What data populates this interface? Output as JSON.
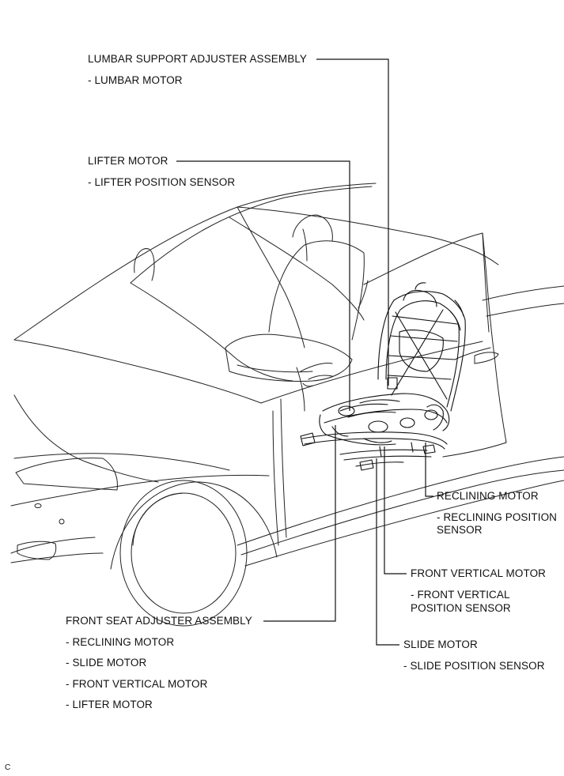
{
  "callouts": {
    "lumbar": {
      "title": "LUMBAR SUPPORT ADJUSTER ASSEMBLY",
      "items": [
        "- LUMBAR MOTOR"
      ]
    },
    "lifter": {
      "title": "LIFTER MOTOR",
      "items": [
        "- LIFTER POSITION SENSOR"
      ]
    },
    "reclining": {
      "title": "RECLINING MOTOR",
      "items": [
        "- RECLINING POSITION",
        "SENSOR"
      ]
    },
    "front_vertical": {
      "title": "FRONT VERTICAL MOTOR",
      "items": [
        "- FRONT VERTICAL",
        "POSITION SENSOR"
      ]
    },
    "front_seat_adjuster": {
      "title": "FRONT SEAT ADJUSTER ASSEMBLY",
      "items": [
        "- RECLINING MOTOR",
        "- SLIDE MOTOR",
        "- FRONT VERTICAL MOTOR",
        "- LIFTER MOTOR"
      ]
    },
    "slide": {
      "title": "SLIDE MOTOR",
      "items": [
        "- SLIDE POSITION SENSOR"
      ]
    }
  },
  "corner_mark": "C",
  "colors": {
    "line": "#111111",
    "background": "#ffffff"
  }
}
